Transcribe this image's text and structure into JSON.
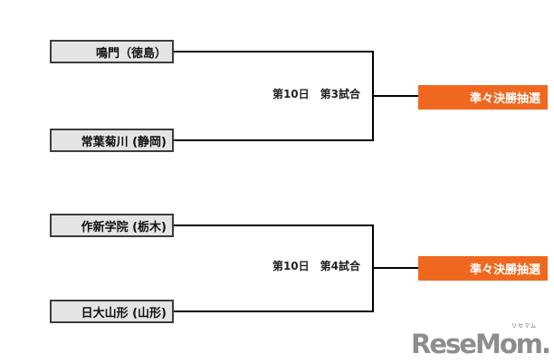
{
  "page": {
    "background": "#ffffff",
    "description": "tournament-bracket"
  },
  "colors": {
    "team_box_bg": "#e4e4e4",
    "team_box_border": "#3d3d3d",
    "line": "#000000",
    "accent_orange": "#f0681f",
    "result_text": "#ffffff",
    "logo_gray": "#8d8d8d"
  },
  "brackets": [
    {
      "teams": [
        {
          "name": "鳴門（徳島）"
        },
        {
          "name": "常葉菊川 (静岡)"
        }
      ],
      "match_label": "第10日　第3試合",
      "result_label": "準々決勝抽選"
    },
    {
      "teams": [
        {
          "name": "作新学院 (栃木)"
        },
        {
          "name": "日大山形 (山形)"
        }
      ],
      "match_label": "第10日　第4試合",
      "result_label": "準々決勝抽選"
    }
  ],
  "logo": {
    "text": "ReseMom.",
    "ruby": "リセマム"
  }
}
